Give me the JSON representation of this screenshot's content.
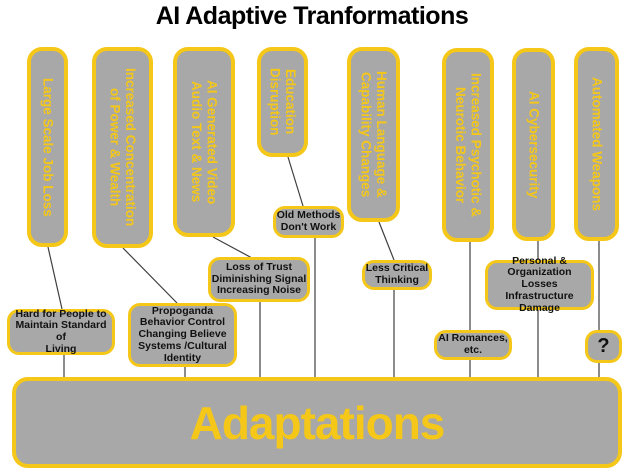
{
  "title": "AI Adaptive Tranformations",
  "diagram": {
    "transformations": [
      {
        "label": "Large Scale Job Loss"
      },
      {
        "label": "Increased Concentration\nof Power & Wealth"
      },
      {
        "label": "AI Generated Video\nAudio Text & News"
      },
      {
        "label": "Education\nDisruption"
      },
      {
        "label": "Human Language &\nCapability Changes"
      },
      {
        "label": "Increased Psychotic &\nNeurotic Behavior"
      },
      {
        "label": "AI Cybersecurity"
      },
      {
        "label": "Automated Weapons"
      }
    ],
    "impacts": [
      {
        "label": "Hard for People to\nMaintain Standard of\nLiving"
      },
      {
        "label": "Propoganda\nBehavior Control\nChanging Believe\nSystems /Cultural\nIdentity"
      },
      {
        "label": "Old Methods\nDon't Work"
      },
      {
        "label": "Loss of Trust\nDiminishing Signal\nIncreasing Noise"
      },
      {
        "label": "Less Critical\nThinking"
      },
      {
        "label": "AI Romances,\netc."
      },
      {
        "label": "Personal &\nOrganization Losses\nInfrastructure\nDamage"
      },
      {
        "label": "?"
      }
    ],
    "adaptations_label": "Adaptations"
  },
  "colors": {
    "box_fill": "#a8a8a8",
    "accent_gold": "#F4C718",
    "connector": "#3f3f3f",
    "title_text": "#000000"
  }
}
